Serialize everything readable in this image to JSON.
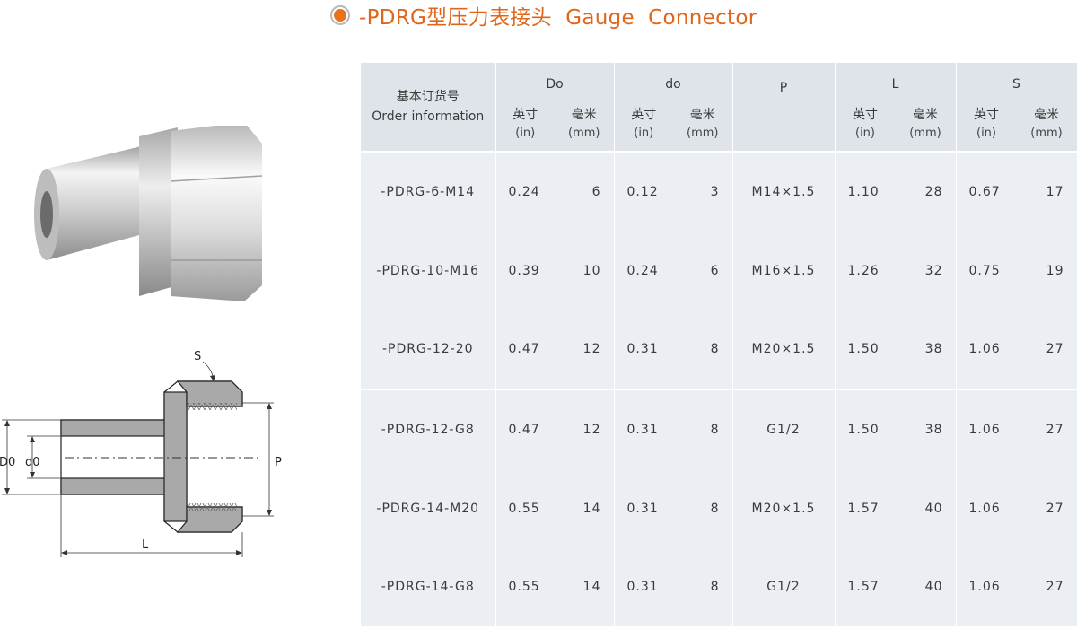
{
  "header": {
    "title": "-PDRG型压力表接头  Gauge  Connector",
    "accent_color": "#e0661a"
  },
  "drawing": {
    "label_s": "S",
    "label_d0_outer": "D0",
    "label_d0_inner": "d0",
    "label_p": "P",
    "label_l": "L"
  },
  "table": {
    "order_header_cn": "基本订货号",
    "order_header_en": "Order  information",
    "col_do": "Do",
    "col_d_small": "do",
    "col_p": "P",
    "col_l": "L",
    "col_s": "S",
    "unit_inch_cn": "英寸",
    "unit_inch_en": "(in)",
    "unit_mm_cn": "毫米",
    "unit_mm_en": "(mm)",
    "rows": [
      {
        "order": "-PDRG-6-M14",
        "do_in": "0.24",
        "do_mm": "6",
        "d_in": "0.12",
        "d_mm": "3",
        "p": "M14×1.5",
        "l_in": "1.10",
        "l_mm": "28",
        "s_in": "0.67",
        "s_mm": "17"
      },
      {
        "order": "-PDRG-10-M16",
        "do_in": "0.39",
        "do_mm": "10",
        "d_in": "0.24",
        "d_mm": "6",
        "p": "M16×1.5",
        "l_in": "1.26",
        "l_mm": "32",
        "s_in": "0.75",
        "s_mm": "19"
      },
      {
        "order": "-PDRG-12-20",
        "do_in": "0.47",
        "do_mm": "12",
        "d_in": "0.31",
        "d_mm": "8",
        "p": "M20×1.5",
        "l_in": "1.50",
        "l_mm": "38",
        "s_in": "1.06",
        "s_mm": "27"
      },
      {
        "order": "-PDRG-12-G8",
        "do_in": "0.47",
        "do_mm": "12",
        "d_in": "0.31",
        "d_mm": "8",
        "p": "G1/2",
        "l_in": "1.50",
        "l_mm": "38",
        "s_in": "1.06",
        "s_mm": "27"
      },
      {
        "order": "-PDRG-14-M20",
        "do_in": "0.55",
        "do_mm": "14",
        "d_in": "0.31",
        "d_mm": "8",
        "p": "M20×1.5",
        "l_in": "1.57",
        "l_mm": "40",
        "s_in": "1.06",
        "s_mm": "27"
      },
      {
        "order": "-PDRG-14-G8",
        "do_in": "0.55",
        "do_mm": "14",
        "d_in": "0.31",
        "d_mm": "8",
        "p": "G1/2",
        "l_in": "1.57",
        "l_mm": "40",
        "s_in": "1.06",
        "s_mm": "27"
      }
    ]
  }
}
